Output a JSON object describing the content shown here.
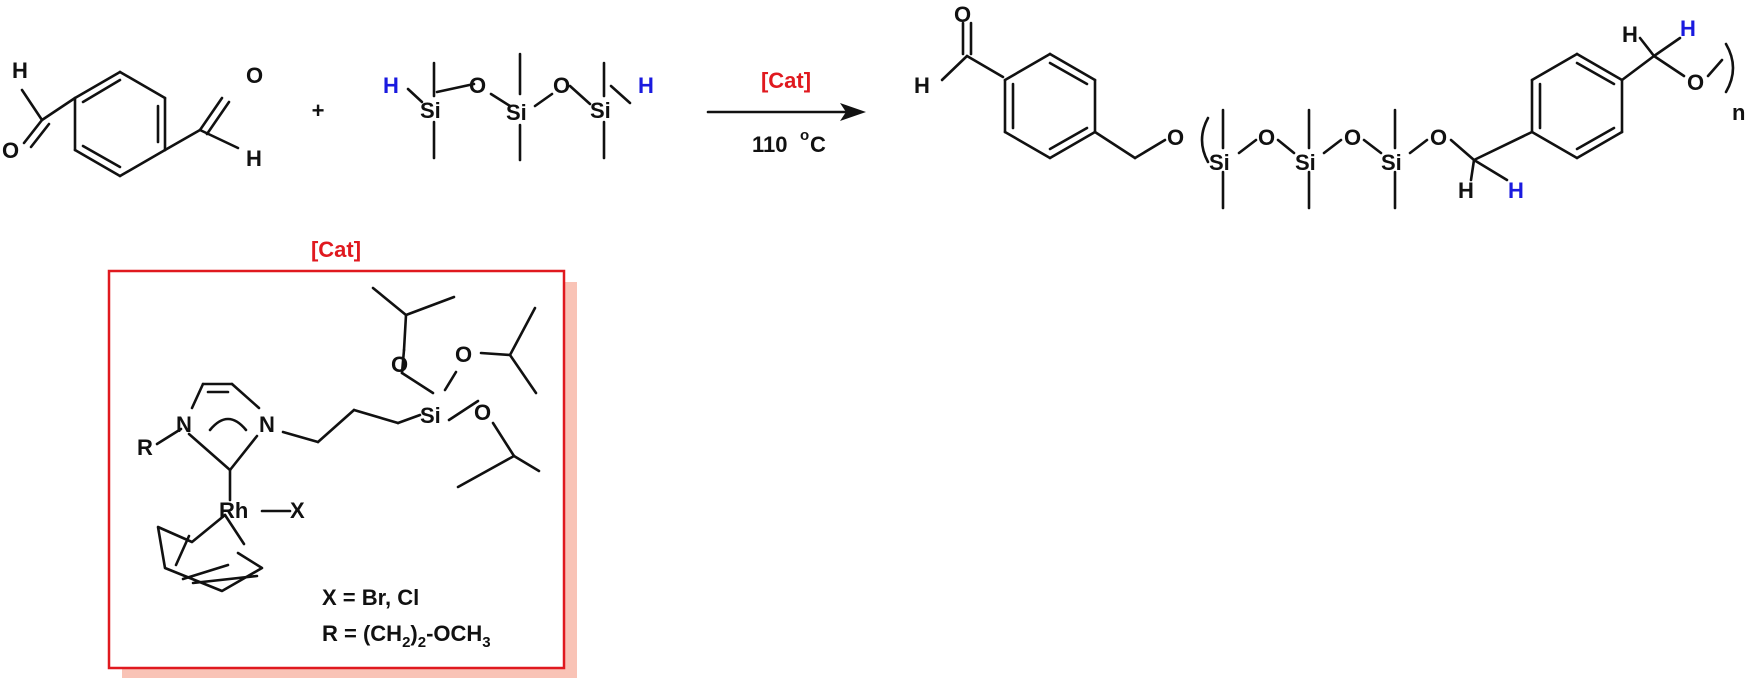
{
  "reaction": {
    "plus": "+",
    "catalyst_label": "[Cat]",
    "condition": "110",
    "condition_unit_sup": "o",
    "condition_unit": "C"
  },
  "atoms": {
    "H": "H",
    "O": "O",
    "Si": "Si",
    "N": "N",
    "R": "R",
    "Rh": "Rh",
    "X": "X",
    "n": "n"
  },
  "catalyst_box": {
    "title": "[Cat]",
    "legend_x": "X = Br, Cl",
    "legend_r_prefix": "R = (CH",
    "legend_r_sub1": "2",
    "legend_r_mid": ")",
    "legend_r_sub2": "2",
    "legend_r_suffix": "-OCH",
    "legend_r_sub3": "3"
  },
  "colors": {
    "accent_red": "#e0191f",
    "highlight_blue": "#1a1adf",
    "box_shadow": "#f9c3b6"
  }
}
